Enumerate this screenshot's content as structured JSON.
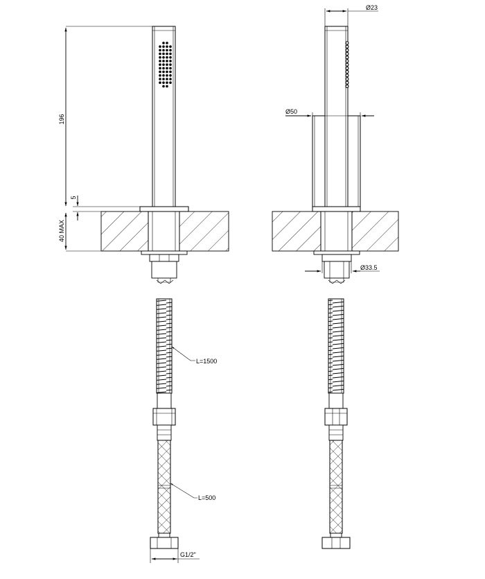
{
  "colors": {
    "line": "#000000",
    "background": "#ffffff"
  },
  "dimensions": {
    "height_total": "196",
    "flange": "5",
    "wall_depth": "40 MAX",
    "head_diameter": "23",
    "tube_diameter": "50",
    "nut_diameter": "33.5",
    "hose_length_1": "L=1500",
    "hose_length_2": "L=500",
    "thread": "G1/2\""
  },
  "symbols": {
    "diameter": "Ø"
  }
}
